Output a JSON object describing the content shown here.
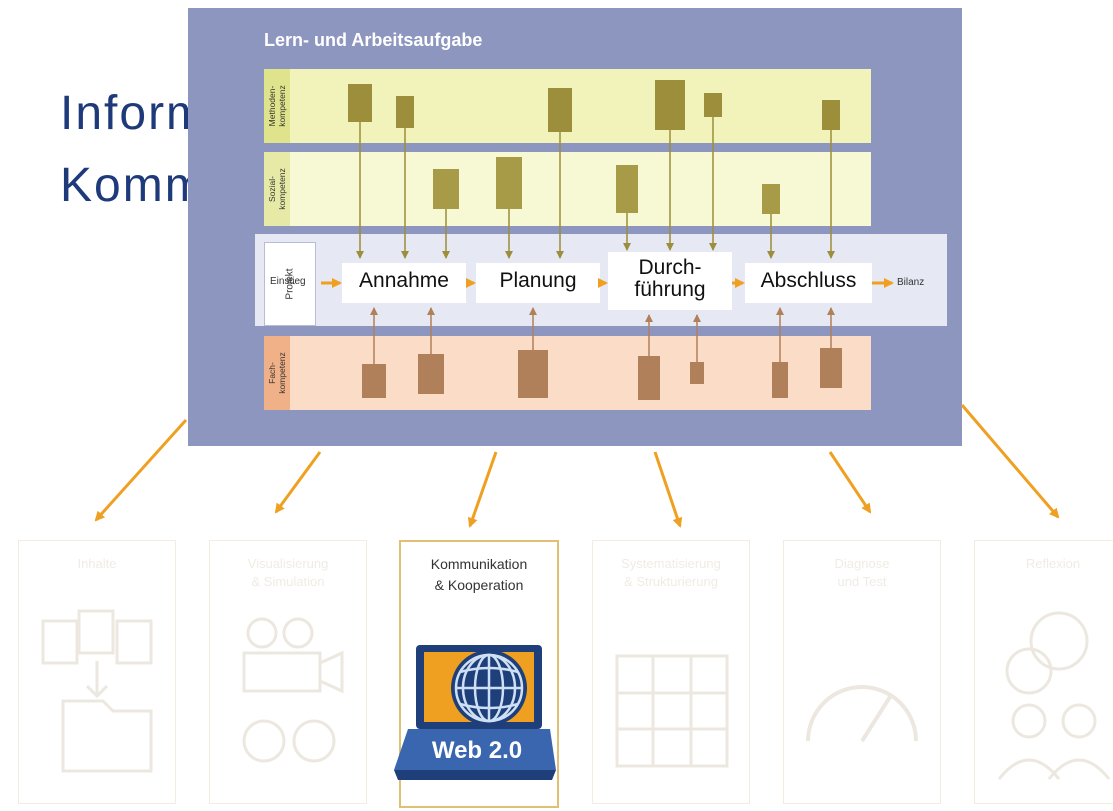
{
  "title": {
    "line1": "Information",
    "line2": "Kommunikation"
  },
  "frame": {
    "title": "Lern- und Arbeitsaufgabe"
  },
  "bands": {
    "methoden": "Methoden-\nkompetenz",
    "sozial": "Sozial-\nkompetenz",
    "fach": "Fach-\nkompetenz",
    "project": "Projekt"
  },
  "stages": {
    "entry": "Einstieg",
    "annahme": "Annahme",
    "planung": "Planung",
    "durch1": "Durch-",
    "durch2": "führung",
    "abschluss": "Abschluss",
    "exit": "Bilanz"
  },
  "bottom": {
    "b1": "Inhalte",
    "b2": "Visualisierung\n& Simulation",
    "b3": "Kommunikation\n& Kooperation",
    "b4": "Systematisierung\n& Strukturierung",
    "b5": "Diagnose\nund Test",
    "b6": "Reflexion",
    "web": "Web 2.0"
  },
  "colors": {
    "frame": "#8c96bf",
    "arrow": "#f0a020",
    "methoden": "#9c8e3a",
    "fach": "#b0805a",
    "title": "#1e3a7a",
    "highlight": "#e0c074"
  }
}
